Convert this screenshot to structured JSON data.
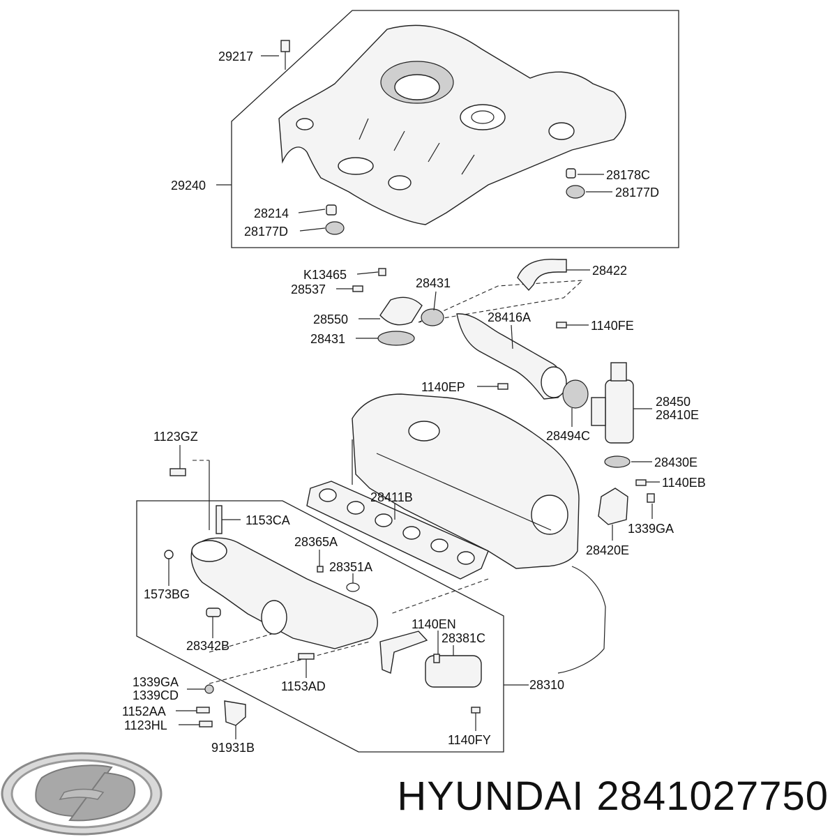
{
  "brand": {
    "name": "HYUNDAI",
    "part_number": "2841027750"
  },
  "logo": {
    "icon": "hyundai-logo-icon"
  },
  "labels": [
    "29217",
    "29240",
    "28214",
    "28177D",
    "28178C",
    "28177D",
    "K13465",
    "28537",
    "28431",
    "28550",
    "28431",
    "28422",
    "28416A",
    "1140FE",
    "1140EP",
    "28494C",
    "28450",
    "28410E",
    "28430E",
    "1140EB",
    "1339GA",
    "28420E",
    "1123GZ",
    "28411B",
    "1153CA",
    "28365A",
    "28351A",
    "1573BG",
    "28342B",
    "1140EN",
    "28381C",
    "1153AD",
    "28310",
    "1339GA",
    "1339CD",
    "1152AA",
    "1123HL",
    "91931B",
    "1140FY"
  ]
}
